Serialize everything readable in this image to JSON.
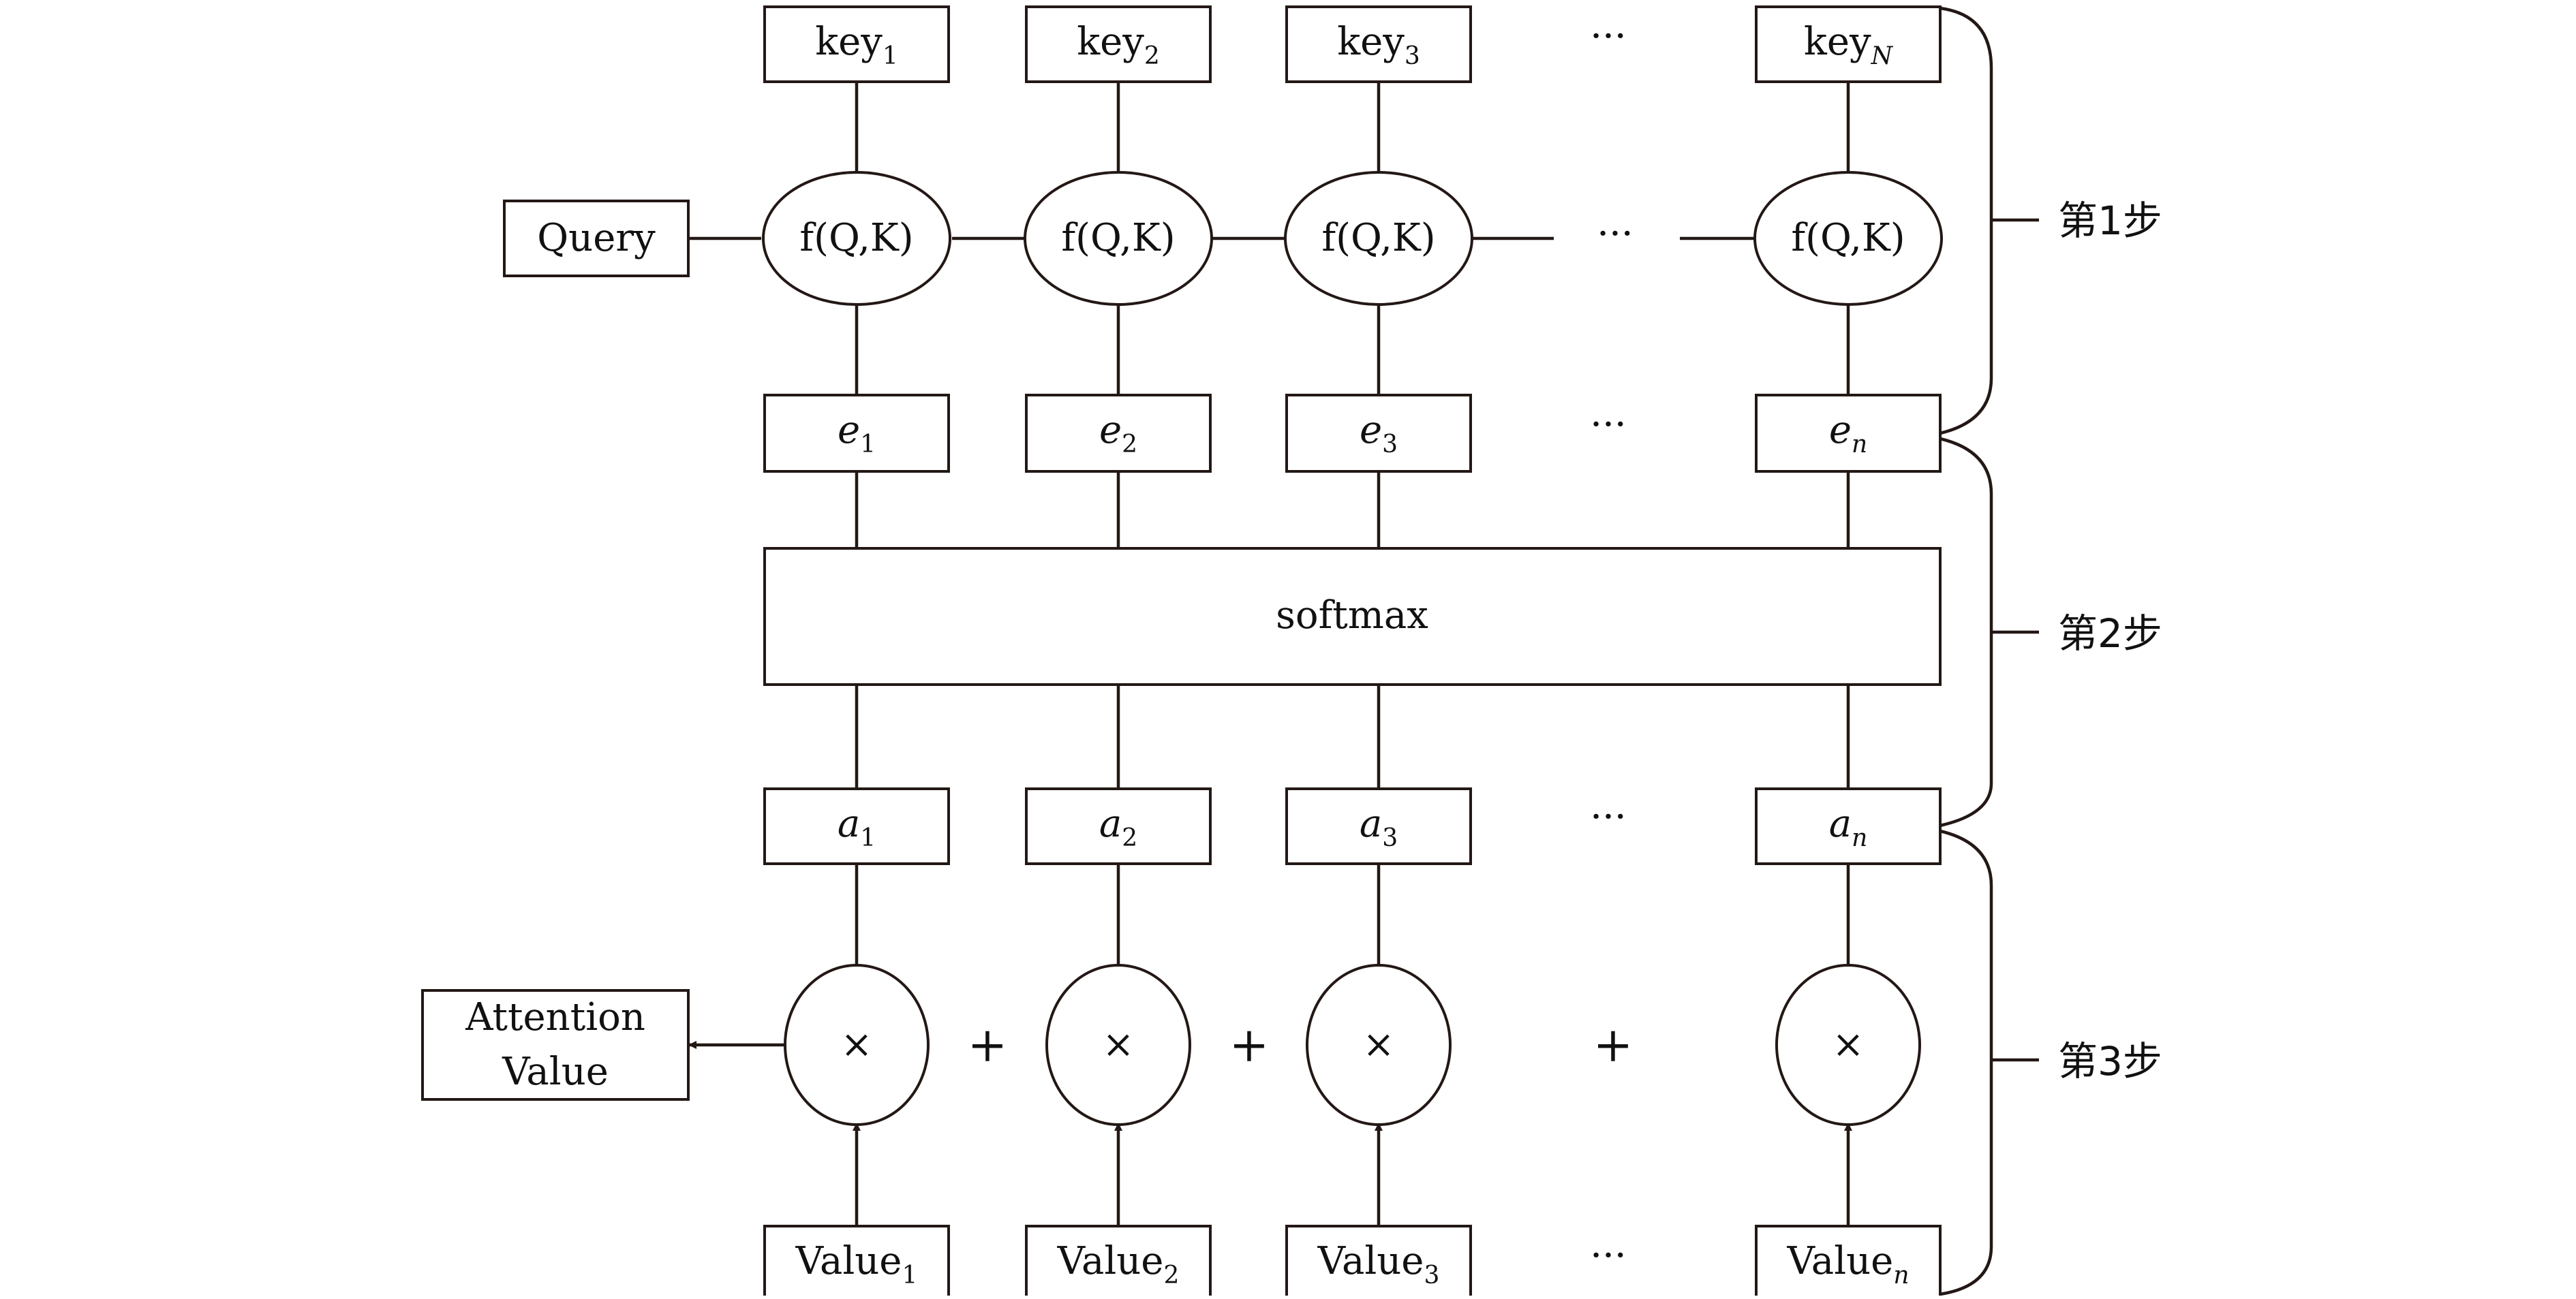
{
  "diagram": {
    "query_label": "Query",
    "keys": [
      {
        "base": "key",
        "sub": "1"
      },
      {
        "base": "key",
        "sub": "2"
      },
      {
        "base": "key",
        "sub": "3"
      },
      {
        "base": "key",
        "sub": "N"
      }
    ],
    "score_function": "f(Q,K)",
    "scores": [
      {
        "base": "e",
        "sub": "1"
      },
      {
        "base": "e",
        "sub": "2"
      },
      {
        "base": "e",
        "sub": "3"
      },
      {
        "base": "e",
        "sub": "n"
      }
    ],
    "softmax_label": "softmax",
    "weights": [
      {
        "base": "a",
        "sub": "1"
      },
      {
        "base": "a",
        "sub": "2"
      },
      {
        "base": "a",
        "sub": "3"
      },
      {
        "base": "a",
        "sub": "n"
      }
    ],
    "multiply_symbol": "×",
    "plus_symbol": "+",
    "ellipsis": "···",
    "values": [
      {
        "base": "Value",
        "sub": "1"
      },
      {
        "base": "Value",
        "sub": "2"
      },
      {
        "base": "Value",
        "sub": "3"
      },
      {
        "base": "Value",
        "sub": "n"
      }
    ],
    "output_label_line1": "Attention",
    "output_label_line2": "Value",
    "steps": [
      "第1步",
      "第2步",
      "第3步"
    ]
  }
}
